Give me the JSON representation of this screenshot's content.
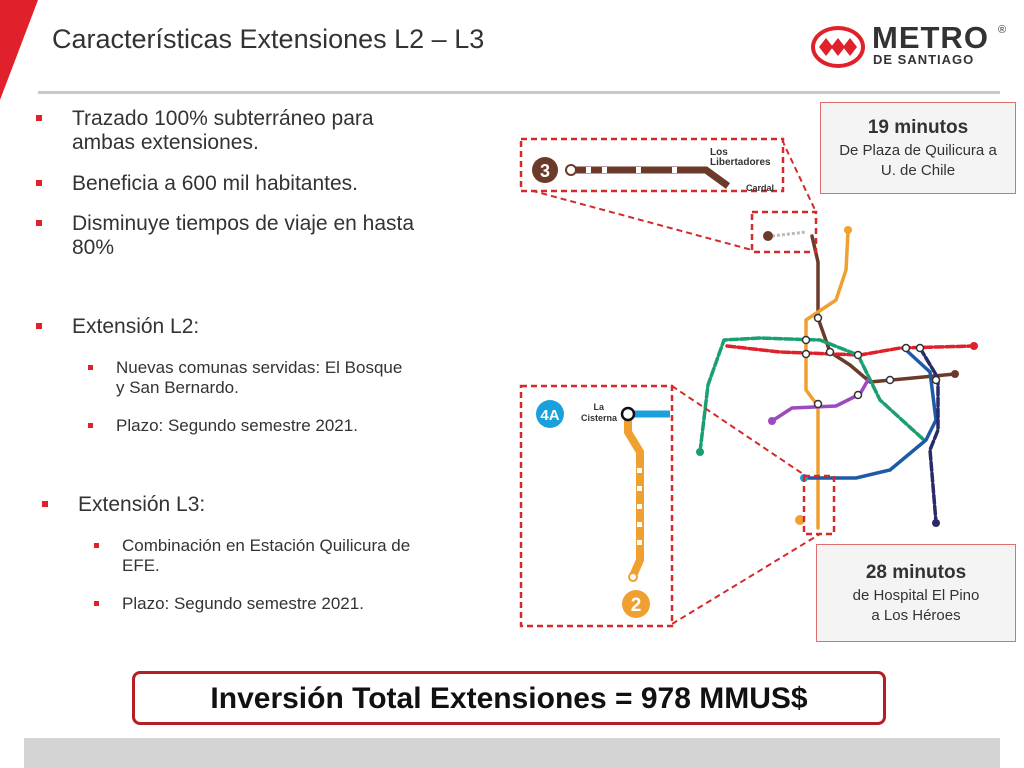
{
  "slide": {
    "title": "Características Extensiones L2 – L3"
  },
  "logo": {
    "word": "METRO",
    "sub": "DE SANTIAGO",
    "registered": "®"
  },
  "bullets": {
    "b1_line1": "Trazado 100% subterráneo para",
    "b1_line2": "ambas extensiones.",
    "b2": "Beneficia a 600 mil habitantes.",
    "b3_line1": "Disminuye tiempos de viaje en hasta",
    "b3_line2": "80%",
    "l2_heading": "Extensión L2:",
    "l2_item1_line1": "Nuevas comunas servidas: El Bosque",
    "l2_item1_line2": "y San Bernardo.",
    "l2_item2": "Plazo: Segundo semestre 2021.",
    "l3_heading": "Extensión L3:",
    "l3_item1_line1": "Combinación en Estación Quilicura de",
    "l3_item1_line2": "EFE.",
    "l3_item2": "Plazo: Segundo semestre 2021."
  },
  "map": {
    "inset_top": {
      "line_number": "3",
      "station_line1": "Los",
      "station_line2": "Libertadores",
      "station_partial": "Cardal"
    },
    "inset_left": {
      "line_badge": "4A",
      "station_line1": "La",
      "station_line2": "Cisterna",
      "line_number": "2"
    },
    "colors": {
      "l1": "#e0202a",
      "l2": "#f0a030",
      "l3": "#6b3a2a",
      "l4": "#1e5aa8",
      "l4a": "#1aa0dc",
      "l5": "#18a070",
      "l6": "#9b4bbf",
      "dashed": "#d42a2a"
    }
  },
  "callouts": {
    "top_title": "19 minutos",
    "top_line1": "De Plaza de Quilicura a",
    "top_line2": "U. de Chile",
    "bottom_title": "28 minutos",
    "bottom_line1": "de Hospital El Pino",
    "bottom_line2": "a Los Héroes"
  },
  "investment": {
    "text": "Inversión Total Extensiones = 978 MMUS$"
  }
}
